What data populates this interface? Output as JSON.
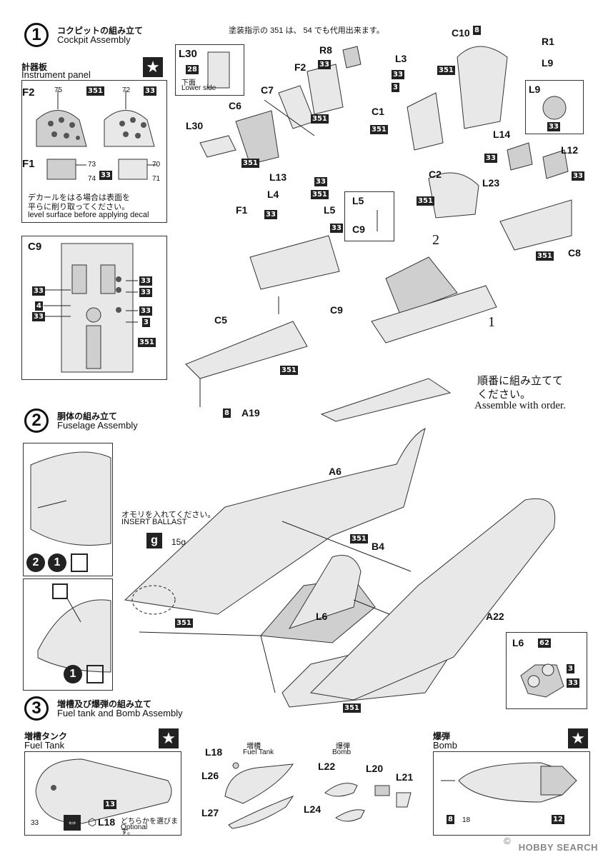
{
  "step1": {
    "number": "1",
    "title_jp": "コクピットの組み立て",
    "title_en": "Cockpit Assembly",
    "paint_note": "塗装指示の 351 は、 54 でも代用出来ます。",
    "instrument_panel_jp": "計器板",
    "instrument_panel_en": "Instrument panel",
    "decal_note_jp1": "デカールをはる場合は表面を",
    "decal_note_jp2": "平らに削り取ってください。",
    "decal_note_en": "level surface before applying decal",
    "lower_side_jp": "下面",
    "lower_side_en": "Lower side",
    "order_note_jp1": "順番に組み立てて",
    "order_note_jp2": "ください。",
    "order_note_en": "Assemble with order.",
    "order_1": "1",
    "order_2": "2",
    "parts": {
      "F2": "F2",
      "F1": "F1",
      "C9": "C9",
      "L30": "L30",
      "R8": "R8",
      "C7": "C7",
      "C6": "C6",
      "C10": "C10",
      "R1": "R1",
      "L9": "L9",
      "L3": "L3",
      "C1": "C1",
      "L14": "L14",
      "L12": "L12",
      "C2": "C2",
      "L23": "L23",
      "C8": "C8",
      "L13": "L13",
      "L4": "L4",
      "L5": "L5",
      "C5": "C5",
      "A19": "A19"
    },
    "decal_numbers": [
      "75",
      "72",
      "73",
      "74",
      "70",
      "71"
    ],
    "colors": [
      "351",
      "33",
      "28",
      "8",
      "4",
      "3"
    ]
  },
  "step2": {
    "number": "2",
    "title_jp": "胴体の組み立て",
    "title_en": "Fuselage Assembly",
    "ballast_jp": "オモリを入れてください。",
    "ballast_en": "INSERT BALLAST",
    "ballast_weight": "15g",
    "ballast_icon": "g",
    "parts": {
      "A6": "A6",
      "B4": "B4",
      "L6": "L6",
      "A22": "A22"
    },
    "colors": [
      "351",
      "62",
      "3",
      "33"
    ],
    "symbols": [
      "2",
      "1",
      "1"
    ]
  },
  "step3": {
    "number": "3",
    "title_jp": "増槽及び爆弾の組み立て",
    "title_en": "Fuel tank and Bomb Assembly",
    "fuel_tank_jp": "増槽タンク",
    "fuel_tank_en": "Fuel Tank",
    "fuel_tank2_jp": "増槽",
    "fuel_tank2_en": "Fuel Tank",
    "bomb_jp": "爆弾",
    "bomb_en": "Bomb",
    "bomb2_jp": "爆弾",
    "bomb2_en": "Bomb",
    "choose_jp": "どちらかを選びます。",
    "choose_en": "Optional",
    "parts": {
      "L18": "L18",
      "L26": "L26",
      "L27": "L27",
      "L22": "L22",
      "L20": "L20",
      "L21": "L21",
      "L24": "L24"
    },
    "decals": [
      "13",
      "33",
      "18",
      "8",
      "12"
    ]
  },
  "watermark": "HOBBY SEARCH",
  "copyright": "©"
}
